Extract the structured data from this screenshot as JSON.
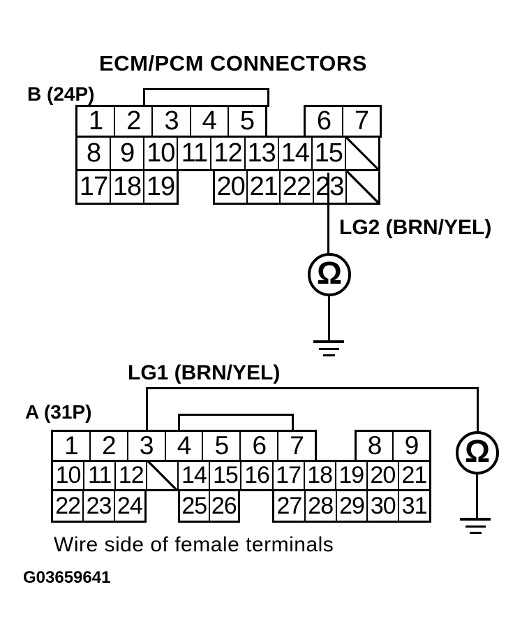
{
  "title": "ECM/PCM CONNECTORS",
  "connector_b": {
    "label": "B (24P)",
    "rows": {
      "r1a": [
        "1",
        "2",
        "3",
        "4",
        "5"
      ],
      "r1b": [
        "6",
        "7"
      ],
      "r2": [
        "8",
        "9",
        "10",
        "11",
        "12",
        "13",
        "14",
        "15",
        "/"
      ],
      "r3a": [
        "17",
        "18",
        "19"
      ],
      "r3b": [
        "20",
        "21",
        "22",
        "23",
        "/"
      ]
    },
    "wire_label": "LG2 (BRN/YEL)"
  },
  "connector_a": {
    "label": "A (31P)",
    "rows": {
      "r1a": [
        "1",
        "2",
        "3",
        "4",
        "5",
        "6",
        "7"
      ],
      "r1b": [
        "8",
        "9"
      ],
      "r2": [
        "10",
        "11",
        "12",
        "/",
        "14",
        "15",
        "16",
        "17",
        "18",
        "19",
        "20",
        "21"
      ],
      "r3a": [
        "22",
        "23",
        "24"
      ],
      "r3b": [
        "25",
        "26"
      ],
      "r3c": [
        "27",
        "28",
        "29",
        "30",
        "31"
      ]
    },
    "wire_label": "LG1 (BRN/YEL)"
  },
  "meters": {
    "ohm_symbol": "Ω"
  },
  "caption": "Wire side of female terminals",
  "figure_id": "G03659641",
  "colors": {
    "ink": "#000000",
    "background": "#ffffff"
  }
}
